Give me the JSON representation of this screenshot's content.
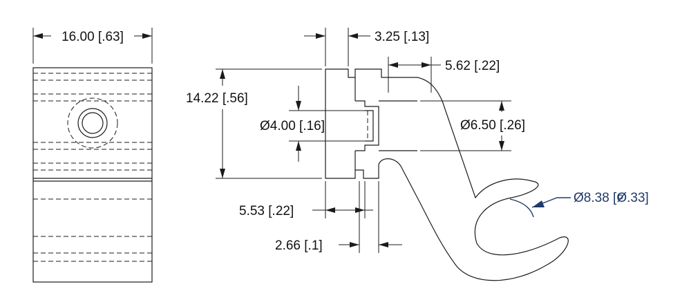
{
  "dimensions": {
    "width_front": "16.00 [.63]",
    "slot_width": "3.25 [.13]",
    "hook_offset": "5.62 [.22]",
    "overall_height": "14.22 [.56]",
    "bore_diameter": "Ø4.00 [.16]",
    "counterbore_diameter": "Ø6.50 [.26]",
    "base_depth": "5.53 [.22]",
    "wall_thickness": "2.66 [.1]",
    "clip_diameter": "Ø8.38 [Ø.33]"
  },
  "colors": {
    "linework": "#1a1a1a",
    "text": "#111111",
    "callout": "#1f3a68"
  }
}
